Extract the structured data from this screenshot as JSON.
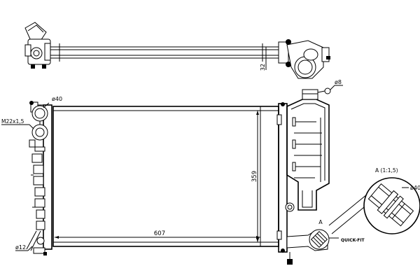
{
  "labels": {
    "dim_top_inlet": "ø40",
    "dim_thread": "M22x1,5",
    "dim_small_pipe": "ø12",
    "dim_width": "607",
    "dim_height": "359",
    "dim_depth": "32",
    "dim_cap": "ø8",
    "dim_detail_pipe": "ø40",
    "detail_marker": "A",
    "detail_title": "A (1:1,5)",
    "fitting_label": "QUICK-FIT"
  }
}
